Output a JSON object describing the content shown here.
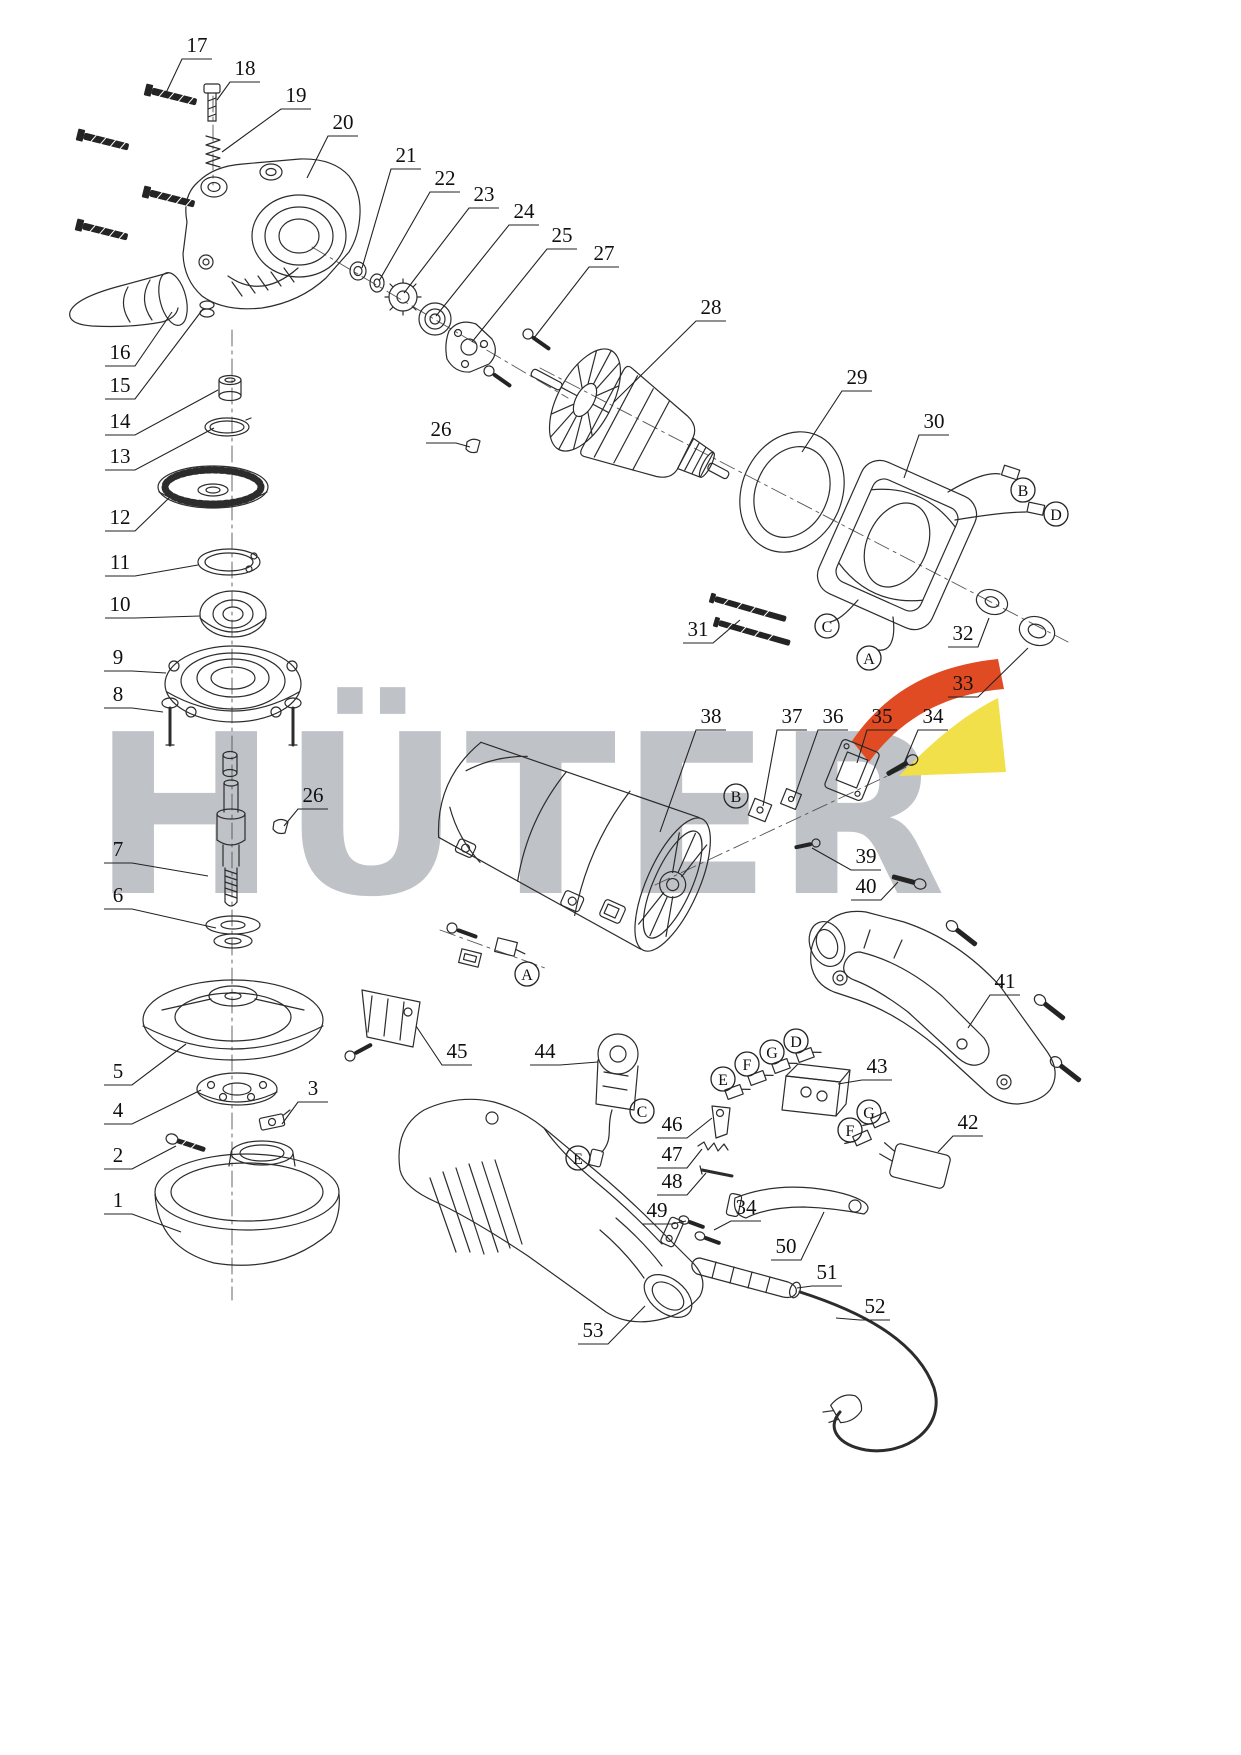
{
  "watermark": {
    "text": "HÜTER"
  },
  "colors": {
    "watermark": "#bcc0c6",
    "swoosh_red": "#e04b23",
    "swoosh_yellow": "#f2e04a",
    "line": "#2c2c2c"
  },
  "callouts": {
    "p1": "1",
    "p2": "2",
    "p3": "3",
    "p4": "4",
    "p5": "5",
    "p6": "6",
    "p7": "7",
    "p8": "8",
    "p9": "9",
    "p10": "10",
    "p11": "11",
    "p12": "12",
    "p13": "13",
    "p14": "14",
    "p15": "15",
    "p16": "16",
    "p17": "17",
    "p18": "18",
    "p19": "19",
    "p20": "20",
    "p21": "21",
    "p22": "22",
    "p23": "23",
    "p24": "24",
    "p25": "25",
    "p26": "26",
    "p27": "27",
    "p28": "28",
    "p29": "29",
    "p30": "30",
    "p31": "31",
    "p32": "32",
    "p33": "33",
    "p34": "34",
    "p35": "35",
    "p36": "36",
    "p37": "37",
    "p38": "38",
    "p39": "39",
    "p40": "40",
    "p41": "41",
    "p42": "42",
    "p43": "43",
    "p44": "44",
    "p45": "45",
    "p46": "46",
    "p47": "47",
    "p48": "48",
    "p49": "49",
    "p50": "50",
    "p51": "51",
    "p52": "52",
    "p53": "53"
  },
  "letters": {
    "A": "A",
    "B": "B",
    "C": "C",
    "D": "D",
    "E": "E",
    "F": "F",
    "G": "G"
  }
}
